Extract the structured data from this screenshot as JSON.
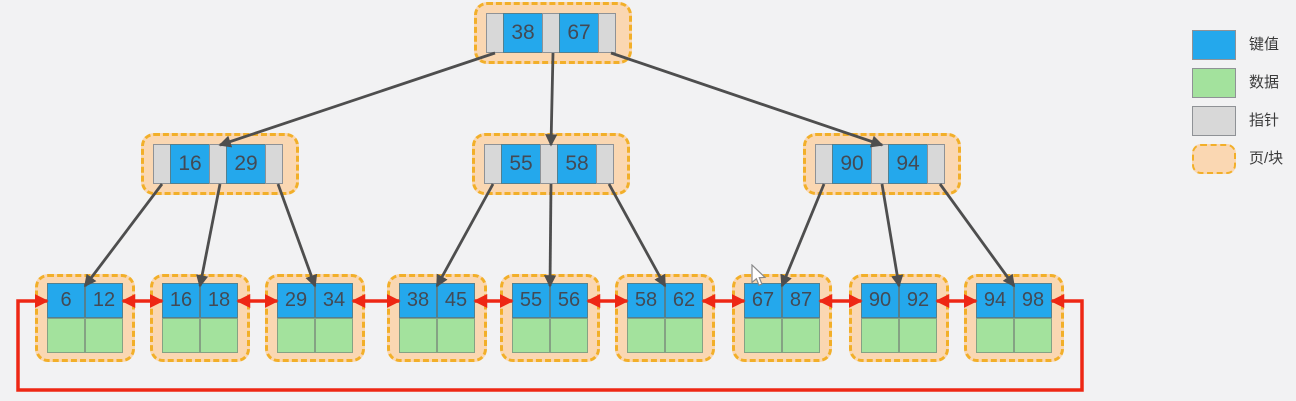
{
  "background": "#F2F2F3",
  "colors": {
    "background": "#F2F2F3",
    "key_fill": "#24A8EC",
    "data_fill": "#A3E29D",
    "pointer_fill": "#D8D8D8",
    "page_fill": "#FAD7B2",
    "page_border": "#F2AF29",
    "link_red": "#EE2714",
    "arrow_gray": "#4E4E4E",
    "text": "#434A55"
  },
  "legend": {
    "items": [
      {
        "id": "key",
        "label": "键值"
      },
      {
        "id": "data",
        "label": "数据"
      },
      {
        "id": "pointer",
        "label": "指针"
      },
      {
        "id": "page",
        "label": "页/块"
      }
    ]
  },
  "tree": {
    "root": {
      "keys": [
        "38",
        "67"
      ]
    },
    "internal_nodes": [
      {
        "keys": [
          "16",
          "29"
        ]
      },
      {
        "keys": [
          "55",
          "58"
        ]
      },
      {
        "keys": [
          "90",
          "94"
        ]
      }
    ],
    "leaf_nodes": [
      {
        "keys": [
          "6",
          "12"
        ]
      },
      {
        "keys": [
          "16",
          "18"
        ]
      },
      {
        "keys": [
          "29",
          "34"
        ]
      },
      {
        "keys": [
          "38",
          "45"
        ]
      },
      {
        "keys": [
          "55",
          "56"
        ]
      },
      {
        "keys": [
          "58",
          "62"
        ]
      },
      {
        "keys": [
          "67",
          "87"
        ]
      },
      {
        "keys": [
          "90",
          "92"
        ]
      },
      {
        "keys": [
          "94",
          "98"
        ]
      }
    ]
  }
}
